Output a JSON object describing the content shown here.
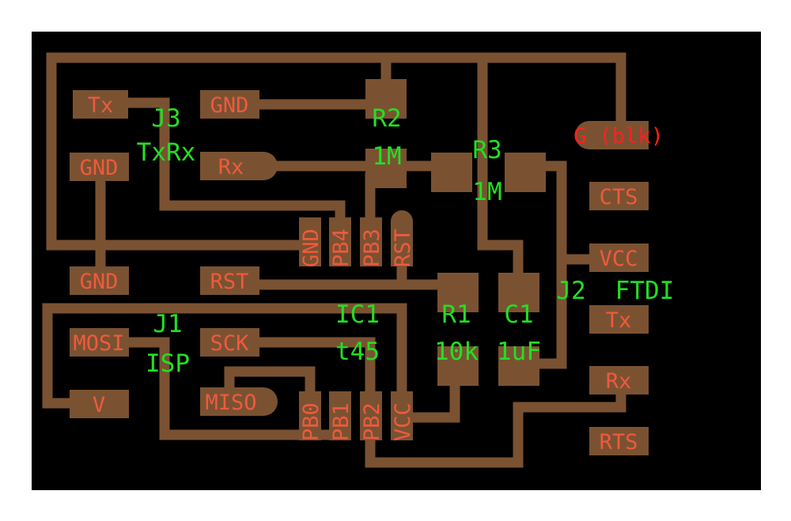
{
  "colors": {
    "board": "#000000",
    "copper": "#7a5232",
    "pad_label": "#ef5a3c",
    "ref_label": "#22e022",
    "net_label": "#ff2020"
  },
  "components": {
    "j3_ref": "J3",
    "j3_value": "TxRx",
    "j1_ref": "J1",
    "j1_value": "ISP",
    "r2_ref": "R2",
    "r2_value": "1M",
    "r3_ref": "R3",
    "r3_value": "1M",
    "r1_ref": "R1",
    "r1_value": "10k",
    "c1_ref": "C1",
    "c1_value": "1uF",
    "ic1_ref": "IC1",
    "ic1_value": "t45",
    "j2_ref": "J2",
    "j2_value": "FTDI"
  },
  "pads": {
    "j3_tx": "Tx",
    "j3_gnd_left": "GND",
    "j3_gnd_top": "GND",
    "j3_rx": "Rx",
    "j1_gnd": "GND",
    "j1_rst": "RST",
    "j1_mosi": "MOSI",
    "j1_sck": "SCK",
    "j1_v": "V",
    "j1_miso": "MISO",
    "ic_gnd": "GND",
    "ic_pb4": "PB4",
    "ic_pb3": "PB3",
    "ic_rst": "RST",
    "ic_pb0": "PB0",
    "ic_pb1": "PB1",
    "ic_pb2": "PB2",
    "ic_vcc": "VCC",
    "ftdi_gnd": "G (blk)",
    "ftdi_cts": "CTS",
    "ftdi_vcc": "VCC",
    "ftdi_tx": "Tx",
    "ftdi_rx": "Rx",
    "ftdi_rts": "RTS"
  }
}
